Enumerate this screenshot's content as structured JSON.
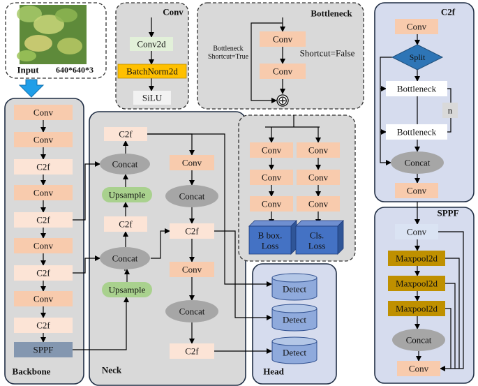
{
  "input": {
    "label": "Input",
    "size": "640*640*3"
  },
  "backbone": {
    "title": "Backbone",
    "blocks": [
      "Conv",
      "Conv",
      "C2f",
      "Conv",
      "C2f",
      "Conv",
      "C2f",
      "Conv",
      "C2f",
      "SPPF"
    ]
  },
  "neck": {
    "title": "Neck",
    "left": [
      "C2f",
      "Concat",
      "Upsample",
      "C2f",
      "Concat",
      "Upsample"
    ],
    "right": [
      "Conv",
      "Concat",
      "C2f",
      "Conv",
      "Concat",
      "C2f"
    ]
  },
  "conv_module": {
    "title": "Conv",
    "items": [
      "Conv2d",
      "BatchNorm2d",
      "SiLU"
    ]
  },
  "bottleneck_module": {
    "title": "Bottleneck",
    "items": [
      "Conv",
      "Conv"
    ],
    "shortcut_true": "Bottleneck\nShortcut=True",
    "shortcut_false": "Shortcut=False",
    "add_symbol": "⊕"
  },
  "head_detail": {
    "left": [
      "Conv",
      "Conv",
      "Conv"
    ],
    "right": [
      "Conv",
      "Conv",
      "Conv"
    ],
    "loss_left": "B box.\nLoss",
    "loss_right": "Cls.\nLoss"
  },
  "head": {
    "title": "Head",
    "detect": [
      "Detect",
      "Detect",
      "Detect"
    ]
  },
  "c2f_module": {
    "title": "C2f",
    "items": [
      "Conv",
      "Split",
      "Bottleneck",
      "Bottleneck",
      "Concat",
      "Conv"
    ],
    "repeat": "n"
  },
  "sppf_module": {
    "title": "SPPF",
    "items": [
      "Conv",
      "Maxpool2d",
      "Maxpool2d",
      "Maxpool2d",
      "Concat",
      "Conv"
    ]
  },
  "colors": {
    "panel": "#d9d9d9",
    "panel_blue": "#d6dcee",
    "border": "#1f2d44",
    "conv": "#f8cbad",
    "c2f": "#fce4d6",
    "concat": "#a6a6a6",
    "upsample": "#a9d18e",
    "sppf": "#8497b0",
    "bn": "#ffc000",
    "conv2d": "#e2f0d9",
    "maxpool": "#bf9000",
    "split": "#2e75b6",
    "detect": "#8faadc",
    "loss": "#4472c4",
    "arrow": "#000000"
  }
}
